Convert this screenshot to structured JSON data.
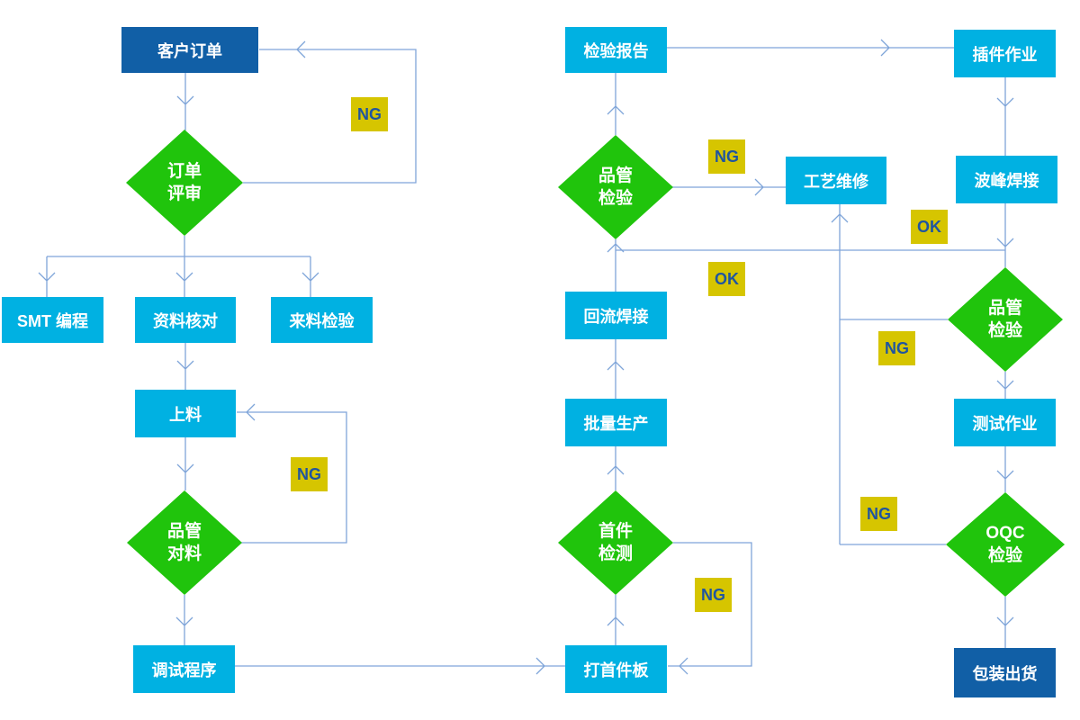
{
  "colors": {
    "process_box": "#00b1e2",
    "terminal_box": "#115fa6",
    "decision_diamond": "#20c40c",
    "label_bg": "#d6c500",
    "label_text": "#1f55a0",
    "connector": "#7fa5d9",
    "node_text": "#ffffff",
    "background": "#ffffff"
  },
  "nodes": {
    "customer_order": {
      "label": "客户订单"
    },
    "order_review": {
      "line1": "订单",
      "line2": "评审"
    },
    "smt_programming": {
      "label": "SMT 编程"
    },
    "data_check": {
      "label": "资料核对"
    },
    "incoming_inspection": {
      "label": "来料检验"
    },
    "loading": {
      "label": "上料"
    },
    "qc_material": {
      "line1": "品管",
      "line2": "对料"
    },
    "debug_program": {
      "label": "调试程序"
    },
    "first_board": {
      "label": "打首件板"
    },
    "first_article_check": {
      "line1": "首件",
      "line2": "检测"
    },
    "batch_production": {
      "label": "批量生产"
    },
    "reflow_soldering": {
      "label": "回流焊接"
    },
    "qc_inspection_smt": {
      "line1": "品管",
      "line2": "检验"
    },
    "inspection_report": {
      "label": "检验报告"
    },
    "process_repair": {
      "label": "工艺维修"
    },
    "insertion_work": {
      "label": "插件作业"
    },
    "wave_soldering": {
      "label": "波峰焊接"
    },
    "qc_inspection_wave": {
      "line1": "品管",
      "line2": "检验"
    },
    "test_work": {
      "label": "测试作业"
    },
    "oqc_inspection": {
      "line1": "OQC",
      "line2": "检验"
    },
    "packing_shipping": {
      "label": "包装出货"
    }
  },
  "edge_labels": {
    "ng_order_review": "NG",
    "ng_qc_material": "NG",
    "ng_first_article": "NG",
    "ng_qc_smt": "NG",
    "ok_qc_smt": "OK",
    "ok_qc_wave": "OK",
    "ng_qc_wave": "NG",
    "ng_oqc": "NG"
  }
}
